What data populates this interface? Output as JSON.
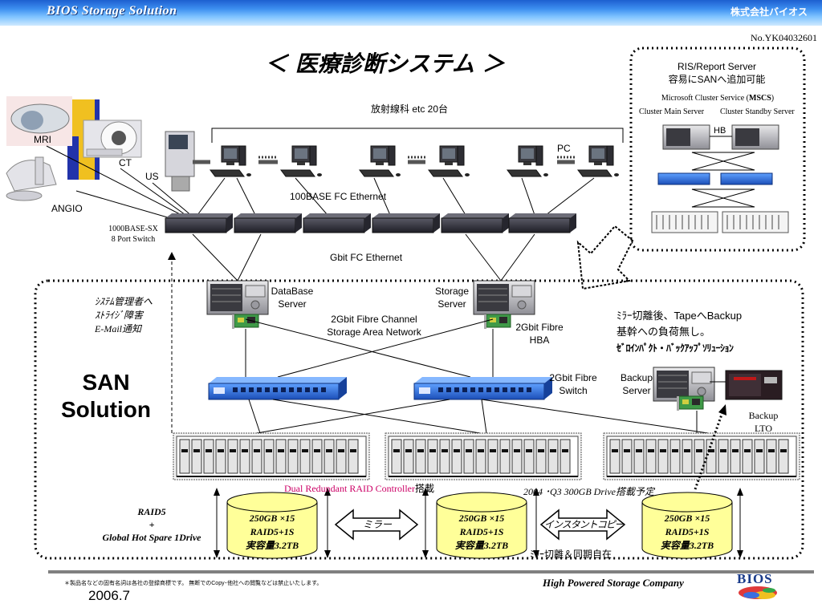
{
  "header": {
    "left_title": "BIOS Storage Solution",
    "right_company": "株式会社バイオス"
  },
  "doc_number": "No.YK04032601",
  "title": "＜ 医療診断システム ＞",
  "modalities": {
    "mri": "MRI",
    "ct": "CT",
    "us": "US",
    "angio": "ANGIO"
  },
  "network": {
    "pc_group_label": "放射線科 etc 20台",
    "pc_label": "PC",
    "ethernet_label": "100BASE FC Ethernet",
    "switch_label_line1": "1000BASE-SX",
    "switch_label_line2": "8 Port Switch",
    "gbit_label": "Gbit FC Ethernet"
  },
  "ris_box": {
    "line1": "RIS/Report  Server",
    "line2": "容易にSANへ追加可能",
    "mscs_prefix": "Microsoft Cluster Service (",
    "mscs_bold": "MSCS",
    "mscs_suffix": ")",
    "cluster_main": "Cluster Main Server",
    "cluster_standby": "Cluster Standby Server",
    "hb": "HB"
  },
  "san": {
    "admin_line1": "ｼｽﾃﾑ管理者へ",
    "admin_line2": "ｽﾄﾗｲｼﾞ障害",
    "admin_line3": "E-Mail通知",
    "title_line1": "SAN",
    "title_line2": "Solution",
    "db_server_line1": "DataBase",
    "db_server_line2": "Server",
    "storage_server_line1": "Storage",
    "storage_server_line2": "Server",
    "fc_network_line1": "2Gbit Fibre Channel",
    "fc_network_line2": "Storage Area Network",
    "hba_line1": "2Gbit Fibre",
    "hba_line2": "HBA",
    "switch_line1": "2Gbit Fibre",
    "switch_line2": "Switch",
    "backup_server_line1": "Backup",
    "backup_server_line2": "Server",
    "backup_lto_line1": "Backup",
    "backup_lto_line2": "LTO",
    "mirror_note_line1": "ﾐﾗｰ切離後、TapeへBackup",
    "mirror_note_line2": "基幹への負荷無し。",
    "mirror_note_line3": "ｾﾞﾛｲﾝﾊﾟｸﾄ・ﾊﾞｯｸｱｯﾌﾟｿﾘｭｰｼｮﾝ",
    "raid_controller_pink": "Dual Redundant RAID Controller",
    "raid_controller_black": "搭載",
    "drive_plan": "2004 ･Q3  300GB Drive搭載予定",
    "raid5_line1": "RAID5",
    "raid5_line2": "+",
    "raid5_line3": "Global  Hot Spare   1Drive",
    "mirror_arrow": "ミラー",
    "instant_copy_arrow": "インスタントコピー",
    "mirror_sync": "ﾐﾗｰ切離＆同期自在"
  },
  "storage_units": [
    {
      "line1": "250GB ×15",
      "line2": "RAID5+1S",
      "line3": "実容量3.2TB"
    },
    {
      "line1": "250GB ×15",
      "line2": "RAID5+1S",
      "line3": "実容量3.2TB"
    },
    {
      "line1": "250GB ×15",
      "line2": "RAID5+1S",
      "line3": "実容量3.2TB"
    }
  ],
  "footer": {
    "note": "＊製品名などの固有名詞は各社の登録商標です。 無断でのCopy･他社への閲覧などは禁止いたします。",
    "year": "2006.7",
    "slogan": "High Powered Storage Company",
    "logo_text": "BIOS"
  },
  "colors": {
    "header_blue": "#2d78e6",
    "switch_blue": "#2a6fd8",
    "cylinder_fill": "#ffff99",
    "pink": "#cc0066",
    "board_green": "#3f9a48"
  }
}
